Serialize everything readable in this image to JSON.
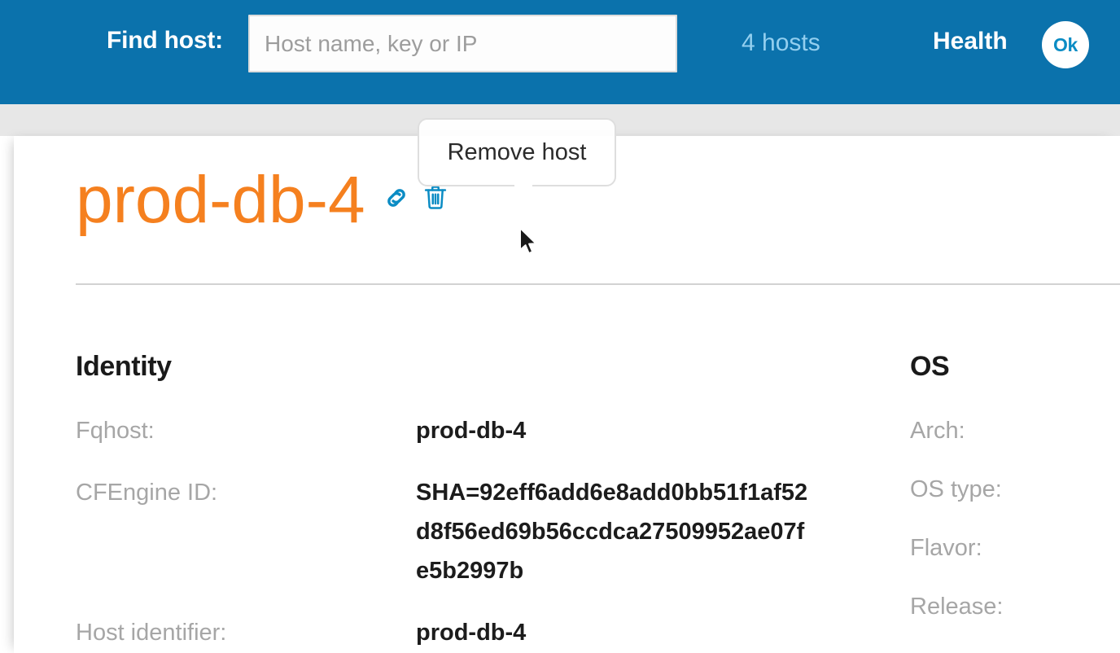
{
  "topbar": {
    "find_label": "Find host:",
    "search": {
      "placeholder": "Host name, key or IP",
      "value": ""
    },
    "hosts_count": "4 hosts",
    "health_label": "Health",
    "health_status": "Ok",
    "colors": {
      "bar_blue": "#0b72ac",
      "hosts_count_blue": "#93cfef",
      "badge_text_blue": "#0b8cc4"
    }
  },
  "page": {
    "host_title": "prod-db-4",
    "title_color": "#f5801f",
    "actions": [
      {
        "name": "link-icon",
        "title": "Link to host"
      },
      {
        "name": "trash-icon",
        "title": "Remove host"
      }
    ]
  },
  "tooltip": {
    "text": "Remove host"
  },
  "identity": {
    "heading": "Identity",
    "rows": [
      {
        "label": "Fqhost:",
        "value": "prod-db-4"
      },
      {
        "label": "CFEngine ID:",
        "value": "SHA=92eff6add6e8add0bb51f1af52d8f56ed69b56ccdca27509952ae07fe5b2997b"
      },
      {
        "label": "Host identifier:",
        "value": "prod-db-4"
      }
    ]
  },
  "os": {
    "heading": "OS",
    "rows": [
      {
        "label": "Arch:",
        "value": ""
      },
      {
        "label": "OS type:",
        "value": ""
      },
      {
        "label": "Flavor:",
        "value": ""
      },
      {
        "label": "Release:",
        "value": ""
      }
    ]
  }
}
